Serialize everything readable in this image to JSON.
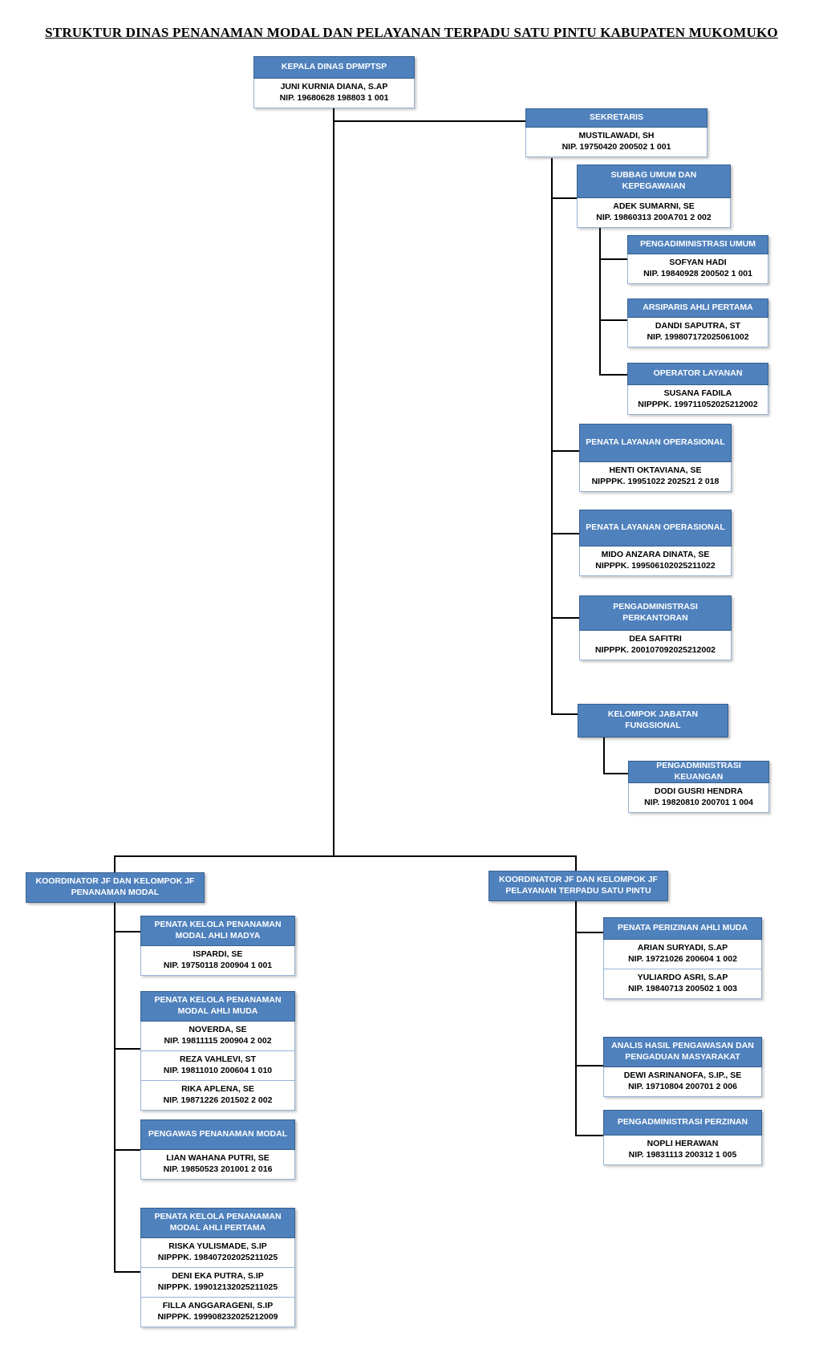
{
  "title": "STRUKTUR DINAS PENANAMAN MODAL DAN PELAYANAN TERPADU SATU PINTU KABUPATEN MUKOMUKO",
  "colors": {
    "header_bg": "#4f81bd",
    "header_border": "#36618f",
    "body_border": "#95b3d7",
    "connector": "#000000"
  },
  "nodes": {
    "kepala": {
      "title": "KEPALA DINAS  DPMPTSP",
      "members": [
        {
          "name": "JUNI KURNIA DIANA, S.AP",
          "nip": "NIP. 19680628 198803 1 001"
        }
      ]
    },
    "sekretaris": {
      "title": "SEKRETARIS",
      "members": [
        {
          "name": "MUSTILAWADI, SH",
          "nip": "NIP. 19750420 200502 1 001"
        }
      ]
    },
    "subbag_umum": {
      "title": "SUBBAG UMUM DAN KEPEGAWAIAN",
      "members": [
        {
          "name": "ADEK SUMARNI, SE",
          "nip": "NIP. 19860313 200A701 2 002"
        }
      ]
    },
    "pengadm_umum": {
      "title": "PENGADIMINISTRASI UMUM",
      "members": [
        {
          "name": "SOFYAN HADI",
          "nip": "NIP. 19840928 200502 1 001"
        }
      ]
    },
    "arsiparis": {
      "title": "ARSIPARIS AHLI PERTAMA",
      "members": [
        {
          "name": "DANDI SAPUTRA, ST",
          "nip": "NIP. 199807172025061002"
        }
      ]
    },
    "operator": {
      "title": "OPERATOR LAYANAN",
      "members": [
        {
          "name": "SUSANA FADILA",
          "nip": "NIPPPK. 199711052025212002"
        }
      ]
    },
    "penata_op1": {
      "title": "PENATA LAYANAN OPERASIONAL",
      "members": [
        {
          "name": "HENTI OKTAVIANA, SE",
          "nip": "NIPPPK. 19951022 202521 2 018"
        }
      ]
    },
    "penata_op2": {
      "title": "PENATA LAYANAN OPERASIONAL",
      "members": [
        {
          "name": "MIDO ANZARA DINATA, SE",
          "nip": "NIPPPK. 199506102025211022"
        }
      ]
    },
    "pengadm_perkantoran": {
      "title": "PENGADMINISTRASI PERKANTORAN",
      "members": [
        {
          "name": "DEA SAFITRI",
          "nip": "NIPPPK. 200107092025212002"
        }
      ]
    },
    "kelompok_jf": {
      "title": "KELOMPOK JABATAN FUNGSIONAL",
      "members": []
    },
    "pengadm_keuangan": {
      "title": "PENGADMINISTRASI KEUANGAN",
      "members": [
        {
          "name": "DODI GUSRI HENDRA",
          "nip": "NIP. 19820810 200701 1 004"
        }
      ]
    },
    "koor_pm": {
      "title": "KOORDINATOR JF DAN KELOMPOK JF PENANAMAN MODAL",
      "members": []
    },
    "madya": {
      "title": "PENATA KELOLA PENANAMAN MODAL AHLI MADYA",
      "members": [
        {
          "name": "ISPARDI, SE",
          "nip": "NIP. 19750118 200904 1 001"
        }
      ]
    },
    "muda_pm": {
      "title": "PENATA KELOLA PENANAMAN MODAL AHLI MUDA",
      "members": [
        {
          "name": "NOVERDA, SE",
          "nip": "NIP. 19811115 200904 2 002"
        },
        {
          "name": "REZA VAHLEVI, ST",
          "nip": "NIP. 19811010 200604 1 010"
        },
        {
          "name": "RIKA APLENA, SE",
          "nip": "NIP. 19871226 201502 2 002"
        }
      ]
    },
    "pengawas": {
      "title": "PENGAWAS PENANAMAN MODAL",
      "members": [
        {
          "name": "LIAN WAHANA PUTRI, SE",
          "nip": "NIP. 19850523 201001 2 016"
        }
      ]
    },
    "pertama_pm": {
      "title": "PENATA KELOLA PENANAMAN MODAL AHLI PERTAMA",
      "members": [
        {
          "name": "RISKA YULISMADE, S.IP",
          "nip": "NIPPPK. 198407202025211025"
        },
        {
          "name": "DENI EKA PUTRA, S.IP",
          "nip": "NIPPPK. 199012132025211025"
        },
        {
          "name": "FILLA ANGGARAGENI, S.IP",
          "nip": "NIPPPK. 199908232025212009"
        }
      ]
    },
    "koor_ptsp": {
      "title": "KOORDINATOR JF DAN KELOMPOK JF PELAYANAN TERPADU SATU PINTU",
      "members": []
    },
    "perizinan_muda": {
      "title": "PENATA PERIZINAN AHLI MUDA",
      "members": [
        {
          "name": "ARIAN SURYADI, S.AP",
          "nip": "NIP. 19721026 200604 1 002"
        },
        {
          "name": "YULIARDO ASRI, S.AP",
          "nip": "NIP. 19840713 200502 1 003"
        }
      ]
    },
    "analis": {
      "title": "ANALIS HASIL PENGAWASAN DAN PENGADUAN MASYARAKAT",
      "members": [
        {
          "name": "DEWI ASRINANOFA, S.IP., SE",
          "nip": "NIP. 19710804 200701 2 006"
        }
      ]
    },
    "pengadm_perzinan": {
      "title": "PENGADMINISTRASI PERZINAN",
      "members": [
        {
          "name": "NOPLI HERAWAN",
          "nip": "NIP. 19831113 200312 1 005"
        }
      ]
    }
  }
}
